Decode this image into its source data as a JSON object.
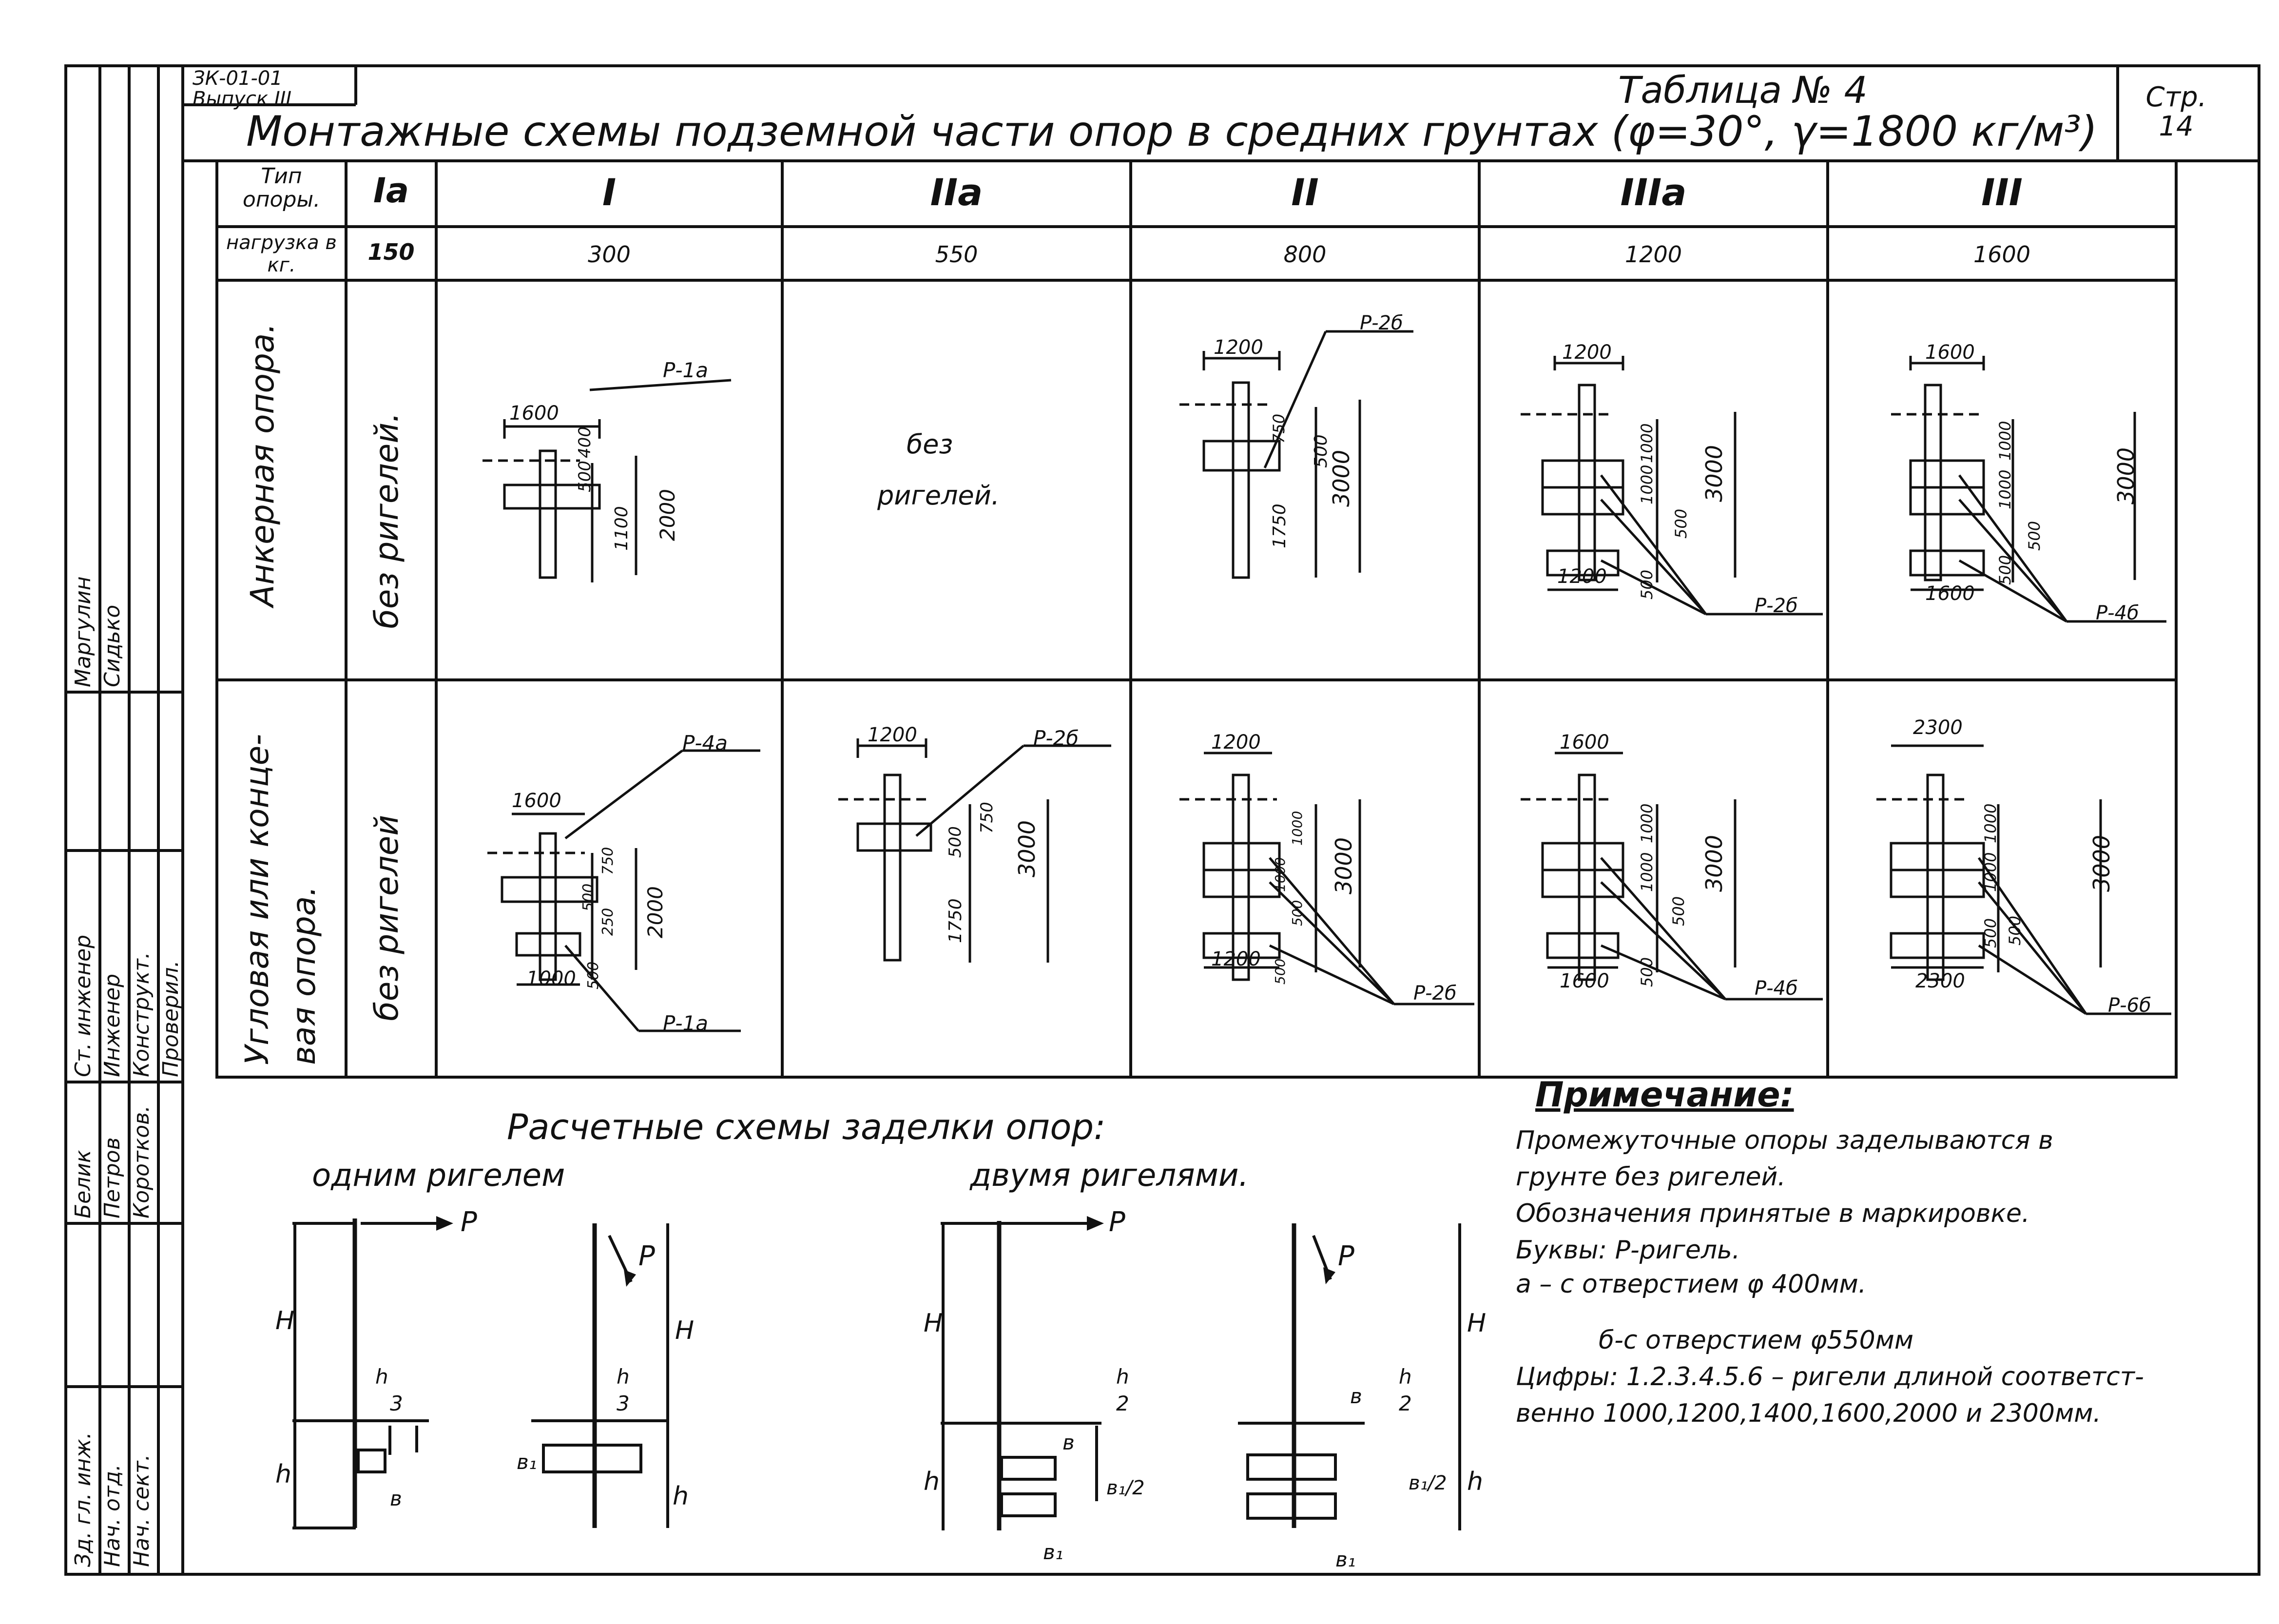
{
  "header": {
    "code": "ЗК-01-01",
    "issue": "Выпуск III",
    "table_no": "Таблица № 4",
    "page_label": "Стр.",
    "page_no": "14",
    "title": "Монтажные схемы подземной части опор в средних грунтах (φ=30°, γ=1800 кг/м³)"
  },
  "table": {
    "col_header_type": "Тип опоры.",
    "col_header_load": "нагрузка в кг.",
    "types": [
      "Iа",
      "I",
      "IIа",
      "II",
      "IIIа",
      "III"
    ],
    "loads": [
      "150",
      "300",
      "550",
      "800",
      "1200",
      "1600"
    ],
    "row1_label": "Анкерная опора.",
    "row2_label": "Угловая или конце-вая опора.",
    "no_crossbar": "без ригелей.",
    "no_crossbar_short": "без ригелей",
    "cell_2_1_text_a": "без",
    "cell_2_1_text_b": "ригелей."
  },
  "diagrams": {
    "r1": [
      {
        "top": "1600",
        "dims": [
          "500",
          "400",
          "1100",
          "2000"
        ],
        "tag": "Р-1а"
      },
      {
        "top": "1200",
        "dims": [
          "750",
          "500",
          "1750",
          "3000"
        ],
        "tag": "Р-2б"
      },
      {
        "top": "1200",
        "bottom": "1200",
        "dims": [
          "1000",
          "1000",
          "1000",
          "500",
          "500",
          "3000"
        ],
        "tag": "Р-2б"
      },
      {
        "top": "1600",
        "bottom": "1600",
        "dims": [
          "1000",
          "1000",
          "500",
          "500",
          "3000"
        ],
        "tag": "Р-4б"
      }
    ],
    "r2": [
      {
        "top": "1600",
        "bottom": "1000",
        "dims": [
          "750",
          "500",
          "250",
          "500",
          "2000"
        ],
        "tag": "Р-4а",
        "tag2": "Р-1а"
      },
      {
        "top": "1200",
        "dims": [
          "500",
          "750",
          "1750",
          "3000"
        ],
        "tag": "Р-2б"
      },
      {
        "top": "1200",
        "bottom": "1200",
        "dims": [
          "1000",
          "1000",
          "1000",
          "500",
          "500",
          "3000"
        ],
        "tag": "Р-2б"
      },
      {
        "top": "1600",
        "bottom": "1600",
        "dims": [
          "1000",
          "1000",
          "500",
          "500",
          "3000"
        ],
        "tag": "Р-4б"
      },
      {
        "top": "2300",
        "bottom": "2300",
        "dims": [
          "1000",
          "1000",
          "500",
          "500",
          "3000"
        ],
        "tag": "Р-6б"
      }
    ]
  },
  "calc": {
    "title": "Расчетные схемы заделки опор:",
    "one": "одним ригелем",
    "two": "двумя ригелями.",
    "P": "Р",
    "H": "Н",
    "h": "h",
    "b": "в",
    "b1": "в₁",
    "three": "3",
    "two_num": "2",
    "b1_2": "в₁/2"
  },
  "note": {
    "title": "Примечание:",
    "lines": [
      "Промежуточные опоры заделываются в",
      "грунте без ригелей.",
      "Обозначения принятые в маркировке.",
      "Буквы: Р-ригель.",
      "а – с отверстием φ 400мм.",
      "б-с отверстием φ550мм",
      "Цифры: 1.2.3.4.5.6 – ригели длиной соответст-",
      "венно 1000,1200,1400,1600,2000 и 2300мм."
    ]
  },
  "stamp": {
    "roles": [
      "Зд. гл. инж.",
      "Нач. отд.",
      "Нач. сект.",
      "Ст. инженер",
      "Инженер",
      "Конструкт.",
      "Проверил."
    ],
    "names": [
      "Белик",
      "Петров",
      "Коротков.",
      "Маргулин",
      "Сидько"
    ]
  }
}
